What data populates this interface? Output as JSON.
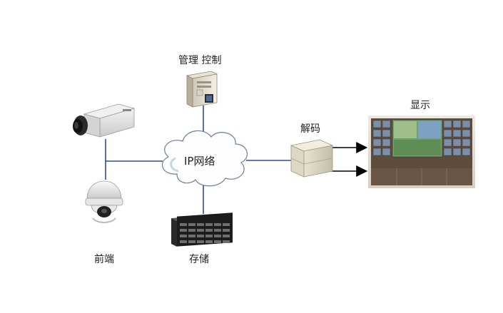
{
  "labels": {
    "management": "管理 控制",
    "network": "IP网络",
    "decoder": "解码",
    "display": "显示",
    "frontend": "前端",
    "storage": "存储"
  },
  "icons": {
    "server": "server-tower-icon",
    "box_camera": "box-camera-icon",
    "dome_camera": "dome-camera-icon",
    "storage": "storage-array-icon",
    "decoder": "decoder-box-icon",
    "video_wall": "video-wall-icon"
  },
  "colors": {
    "link_line": "#2a4d9c",
    "arrow": "#000000",
    "text": "#222222"
  }
}
